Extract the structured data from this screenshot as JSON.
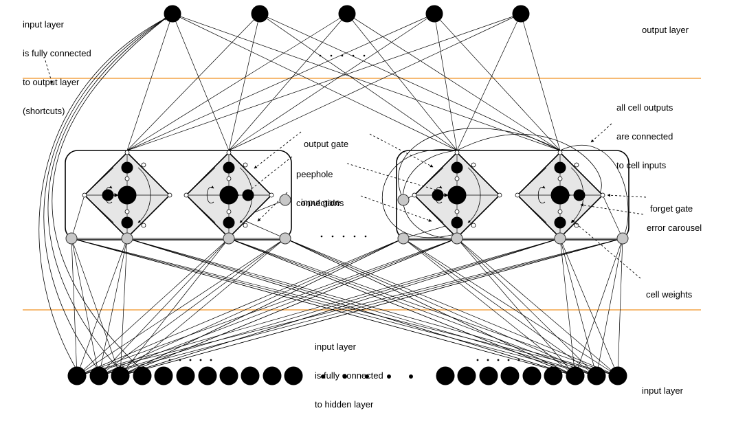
{
  "annotations": {
    "input_to_output": [
      "input layer",
      "is fully connected",
      "to output layer",
      "(shortcuts)"
    ],
    "output_layer": "output layer",
    "cell_outputs": [
      "all cell outputs",
      "are connected",
      "to cell inputs"
    ],
    "output_gate": "output gate",
    "peephole": [
      "peephole",
      "connections"
    ],
    "input_gate": "input gate",
    "forget_gate": "forget gate",
    "error_carousel": "error carousel",
    "cell_weights": "cell weights",
    "input_to_hidden": [
      "input layer",
      "is fully connected",
      "to hidden layer"
    ],
    "input_layer": "input layer"
  },
  "colors": {
    "layer_separator": "#f4a447",
    "neuron": "#000000",
    "unit_fill": "#c8c8c8",
    "cell_fill": "#e6e6e6",
    "line": "#000000"
  },
  "icons": {
    "neuron": "black-circle",
    "unit": "gray-circle",
    "ellipsis": "dots"
  }
}
